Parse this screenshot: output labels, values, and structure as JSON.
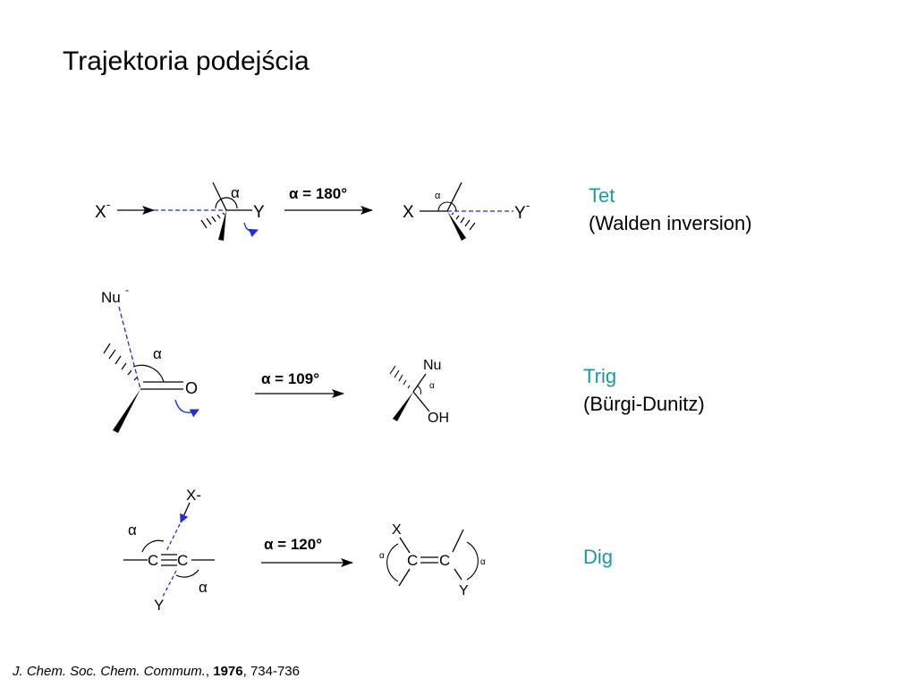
{
  "title": "Trajektoria podejścia",
  "colors": {
    "accent": "#1a9a9a",
    "dashed_bond": "#1f2fd1",
    "arrow_curve": "#1f2fd1"
  },
  "rows": [
    {
      "class_name": "Tet",
      "subtitle": "(Walden inversion)",
      "condition_symbol": "α",
      "condition_value": " = 180°",
      "reactant": {
        "nucleophile": "X",
        "charge": "-",
        "leaving": "Y",
        "angle": "α"
      },
      "product": {
        "left": "X",
        "right": "Y",
        "charge": "-",
        "angle": "α"
      }
    },
    {
      "class_name": "Trig",
      "subtitle": "(Bürgi-Dunitz)",
      "condition_symbol": "α",
      "condition_value": " = 109°",
      "reactant": {
        "nucleophile": "Nu",
        "charge": "-",
        "atom": "O",
        "angle": "α"
      },
      "product": {
        "top": "Nu",
        "bottom": "OH",
        "angle": "α"
      }
    },
    {
      "class_name": "Dig",
      "subtitle": "",
      "condition_symbol": "α",
      "condition_value": " = 120°",
      "reactant": {
        "nucleophile": "X-",
        "atom1": "C",
        "atom2": "C",
        "electrophile": "Y",
        "angle": "α"
      },
      "product": {
        "top": "X",
        "bottom": "Y",
        "atom1": "C",
        "atom2": "C",
        "angle": "α"
      }
    }
  ],
  "citation": {
    "journal": "J. Chem. Soc. Chem. Commum.",
    "sep1": ", ",
    "year": "1976",
    "pages": ", 734-736"
  }
}
